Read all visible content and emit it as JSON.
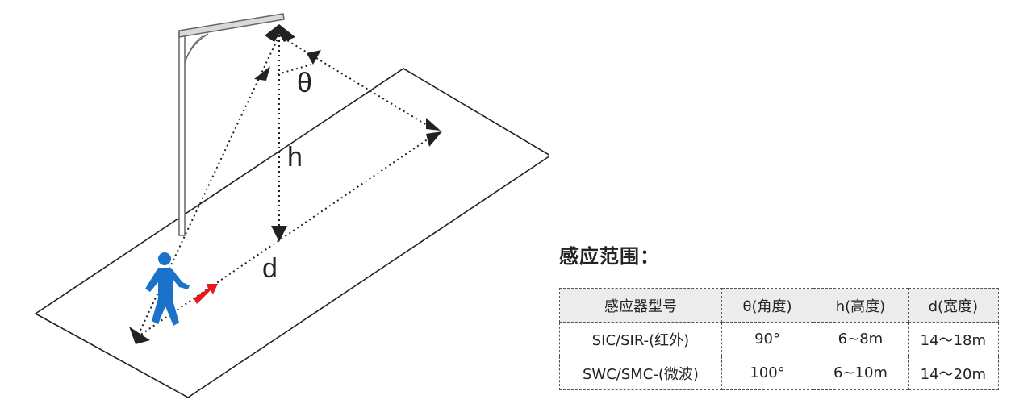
{
  "diagram": {
    "theta_label": "θ",
    "h_label": "h",
    "d_label": "d"
  },
  "range": {
    "title": "感应范围：",
    "headers": [
      "感应器型号",
      "θ(角度)",
      "h(高度)",
      "d(宽度)"
    ],
    "rows": [
      [
        "SIC/SIR-(红外)",
        "90°",
        "6~8m",
        "14〜18m"
      ],
      [
        "SWC/SMC-(微波)",
        "100°",
        "6~10m",
        "14〜20m"
      ]
    ]
  },
  "colors": {
    "line": "#222222",
    "person": "#1a73c8",
    "red_arrow": "#e8191b",
    "header_bg": "#ececec"
  }
}
